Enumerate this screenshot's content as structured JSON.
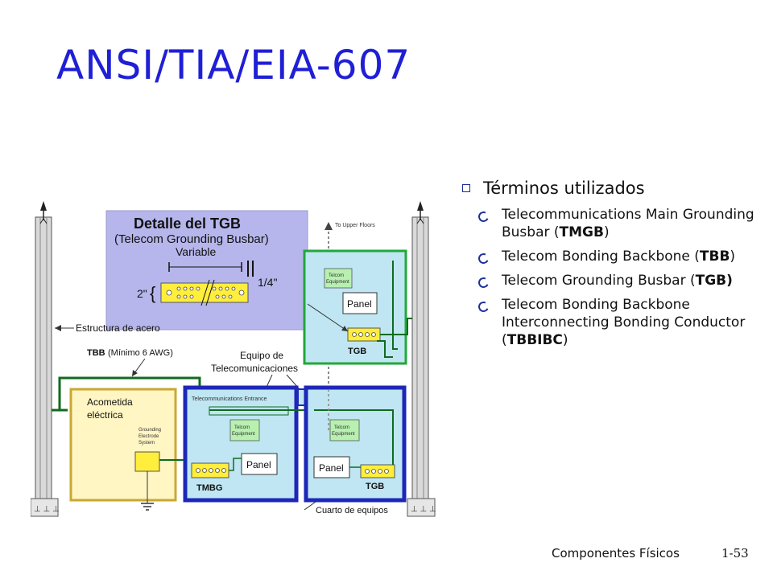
{
  "slide": {
    "title": "ANSI/TIA/EIA-607",
    "footer": "Componentes Físicos",
    "page_number": "1-53"
  },
  "terms": {
    "heading": "Términos utilizados",
    "items": [
      {
        "pre": "Telecommunications Main Grounding Busbar (",
        "code": "TMGB",
        "post": ")"
      },
      {
        "pre": "Telecom Bonding Backbone (",
        "code": "TBB",
        "post": ")"
      },
      {
        "pre": "Telecom Grounding Busbar (",
        "code": "TGB)",
        "post": ""
      },
      {
        "pre": "Telecom Bonding Backbone Interconnecting Bonding Conductor (",
        "code": "TBBIBC",
        "post": ")"
      }
    ]
  },
  "diagram": {
    "detail_title": "Detalle del TGB",
    "detail_subtitle": "(Telecom Grounding Busbar)",
    "variable": "Variable",
    "dim_2in": "2\"",
    "dim_quarter": "1/4\"",
    "upper_floors": "To Upper Floors",
    "estructura": "Estructura de acero",
    "tbb": "TBB",
    "tbb_note": "(Mínimo 6 AWG)",
    "equipo_1": "Equipo de",
    "equipo_2": "Telecomunicaciones",
    "acometida_1": "Acometida",
    "acometida_2": "eléctrica",
    "grounding_1": "Grounding",
    "grounding_2": "Electrode",
    "grounding_3": "System",
    "telecom_entrance": "Telecommunications Entrance",
    "telcom_1": "Telcom",
    "telcom_2": "Equipment",
    "panel": "Panel",
    "tmbg": "TMBG",
    "tgb": "TGB",
    "cuarto": "Cuarto de equipos",
    "colors": {
      "detail_bg": "#b6b6ec",
      "room_light_blue": "#bfe6f2",
      "room_border_blue": "#1d27b8",
      "green_line": "#0f6b1f",
      "bright_green": "#20a83a",
      "yellow": "#ffee3c",
      "acometida_bg": "#fff6c4",
      "acometida_border": "#c8a832"
    }
  },
  "colors": {
    "title": "#1f1fd6",
    "bullet": "#1c2f9c"
  }
}
